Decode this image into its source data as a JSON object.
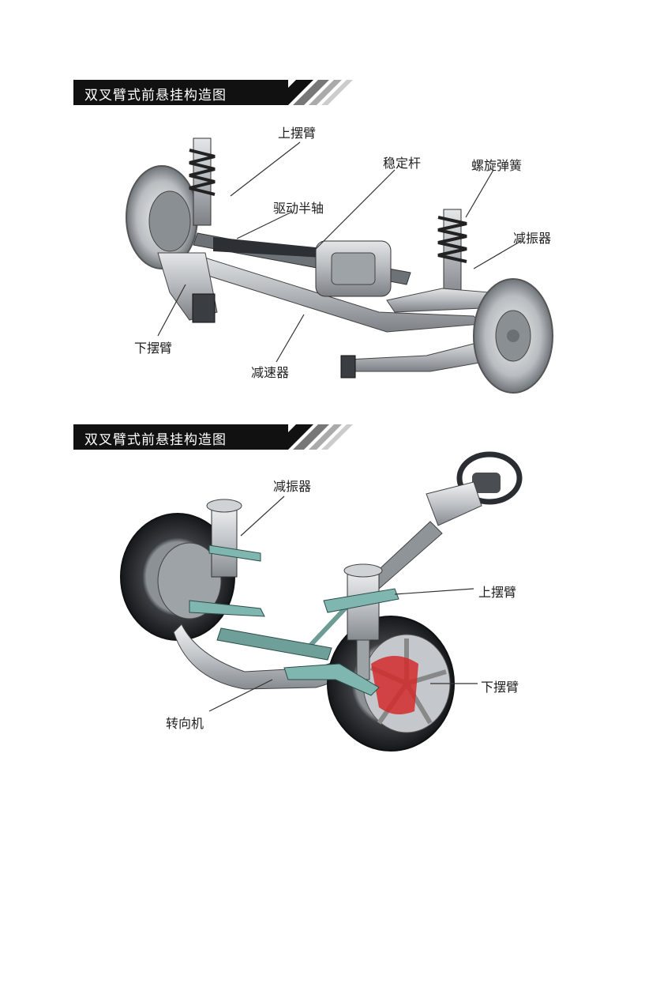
{
  "diagrams": [
    {
      "title": "双叉臂式前悬挂构造图",
      "labels": {
        "upper_arm": "上摆臂",
        "stabilizer": "稳定杆",
        "coil_spring": "螺旋弹簧",
        "drive_shaft": "驱动半轴",
        "shock_absorber": "减振器",
        "lower_arm": "下摆臂",
        "reducer": "减速器"
      }
    },
    {
      "title": "双叉臂式前悬挂构造图",
      "labels": {
        "shock_absorber": "减振器",
        "upper_arm": "上摆臂",
        "lower_arm": "下摆臂",
        "steering_gear": "转向机"
      }
    }
  ],
  "colors": {
    "banner": "#111111",
    "accent_gray": "#9a9a9a",
    "metal": "#b8bcc0",
    "brake_red": "#d22a2a",
    "arm_teal": "#7fb7b0"
  }
}
